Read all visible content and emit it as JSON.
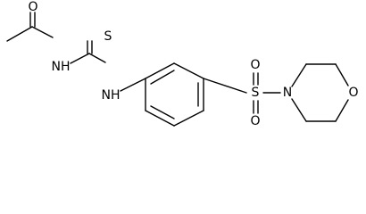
{
  "atom_labels": {
    "carbonyl_oxygen": "O",
    "amide_nitrogen": "NH",
    "thione_sulfur": "S",
    "aryl_amine_nitrogen": "NH",
    "sulfonyl_sulfur": "S",
    "sulfonyl_oxygen_top": "O",
    "sulfonyl_oxygen_bottom": "O",
    "morpholine_nitrogen": "N",
    "morpholine_oxygen": "O"
  }
}
